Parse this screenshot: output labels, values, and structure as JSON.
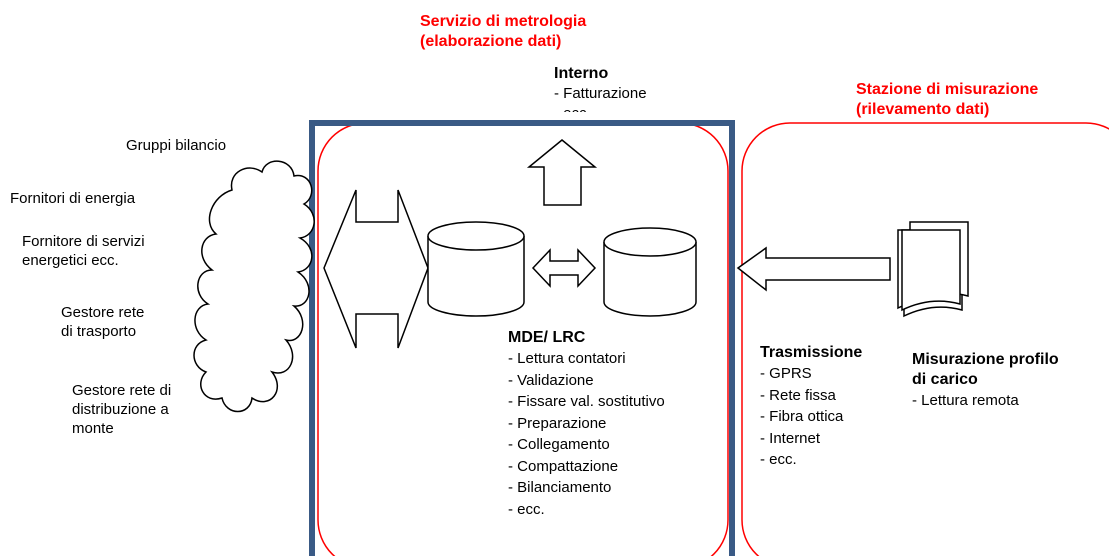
{
  "metrology": {
    "title_line1": "Servizio di metrologia",
    "title_line2": "(elaborazione dati)",
    "internal_heading": "Interno",
    "internal_items": [
      "Fatturazione",
      "ecc."
    ]
  },
  "station": {
    "title_line1": "Stazione di misurazione",
    "title_line2": "(rilevamento dati)"
  },
  "actors": [
    "Gruppi bilancio",
    "Fornitori di energia",
    "Fornitore di servizi\nenergetici ecc.",
    "Gestore rete\ndi trasporto",
    "Gestore rete di\ndistribuzione a\nmonte"
  ],
  "mde": {
    "heading": "MDE/ LRC",
    "items": [
      "Lettura contatori",
      "Validazione",
      "Fissare val. sostitutivo",
      "Preparazione",
      "Collegamento",
      "Compattazione",
      "Bilanciamento",
      "ecc."
    ]
  },
  "transmission": {
    "heading": "Trasmissione",
    "items": [
      "GPRS",
      "Rete fissa",
      "Fibra ottica",
      "Internet",
      "ecc."
    ]
  },
  "measurement": {
    "heading_line1": "Misurazione profilo",
    "heading_line2": "di carico",
    "items": [
      "Lettura remota"
    ]
  },
  "colors": {
    "red": "#ff0000",
    "frame_blue": "#3a5a85",
    "black": "#000000"
  }
}
